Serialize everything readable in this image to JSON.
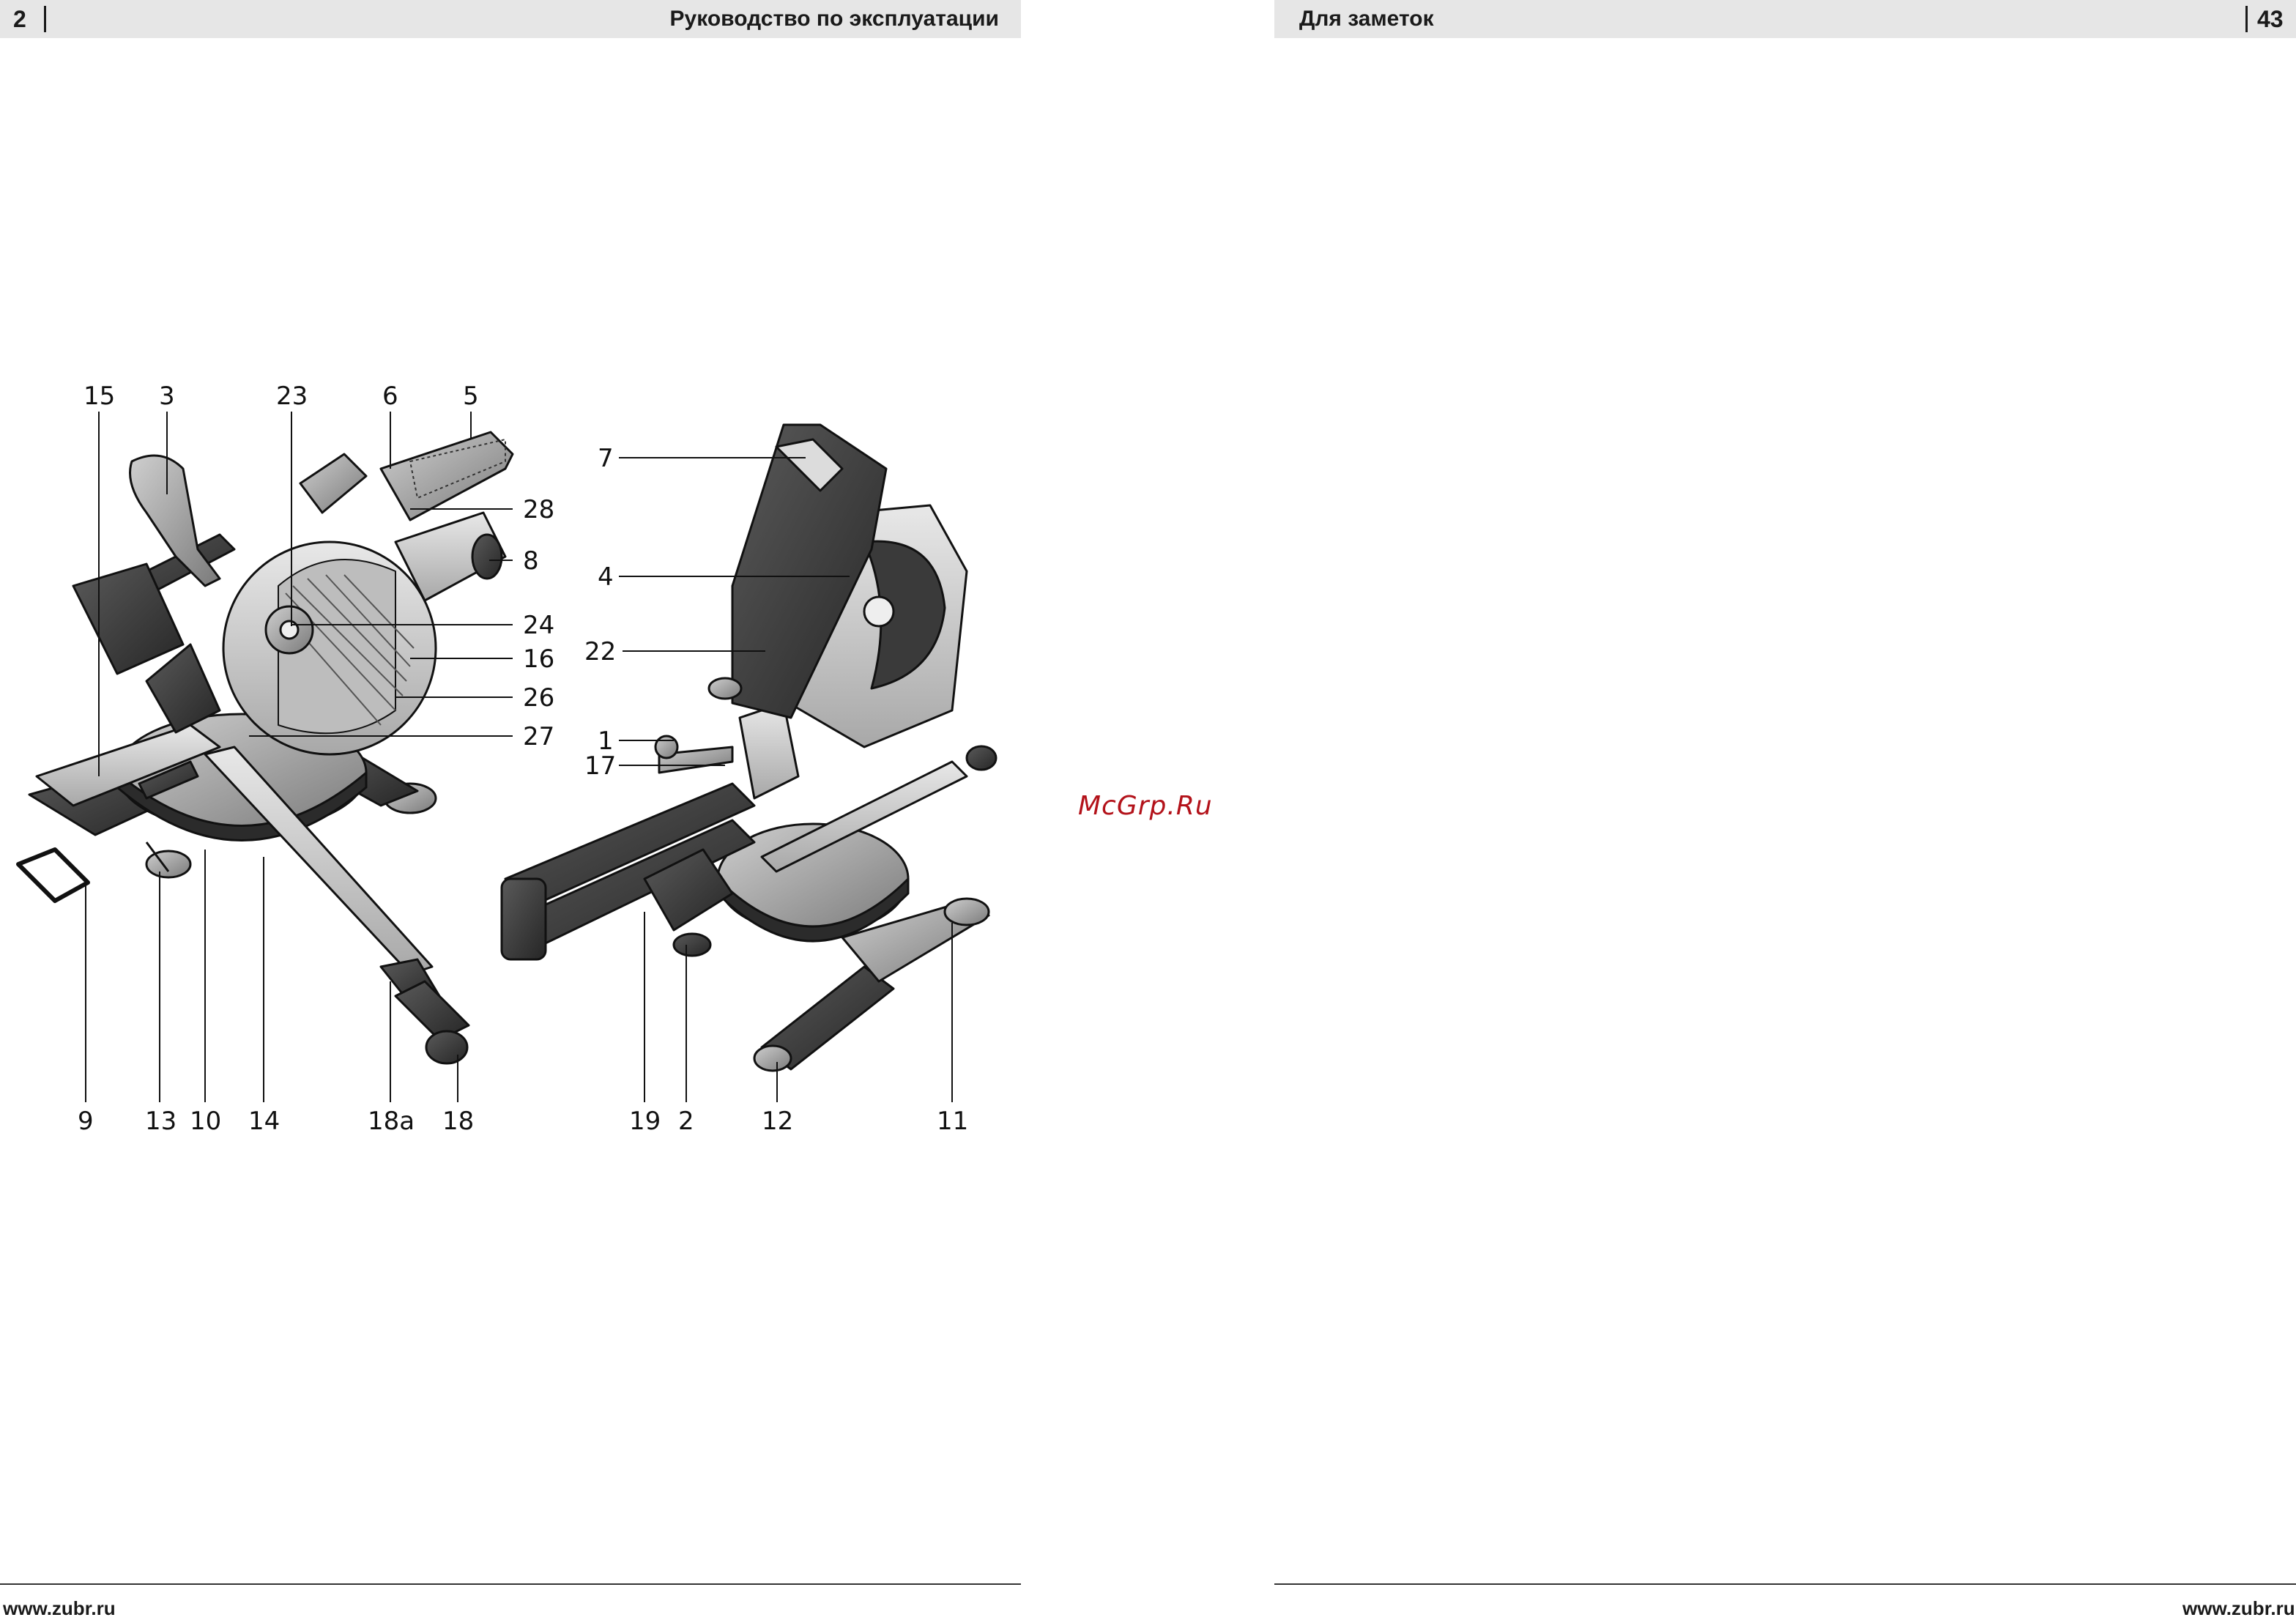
{
  "left_page": {
    "page_number": "2",
    "header_title": "Руководство по эксплуатации",
    "footer_url": "www.zubr.ru"
  },
  "right_page": {
    "page_number": "43",
    "header_title": "Для заметок",
    "footer_url": "www.zubr.ru"
  },
  "watermark": "McGrp.Ru",
  "figure": {
    "left_view_labels": {
      "l15": "15",
      "l3": "3",
      "l23": "23",
      "l6": "6",
      "l5": "5",
      "l28": "28",
      "l8": "8",
      "l24": "24",
      "l16": "16",
      "l26": "26",
      "l27": "27",
      "l9": "9",
      "l13": "13",
      "l10": "10",
      "l14": "14",
      "l18a": "18a",
      "l18": "18"
    },
    "right_view_labels": {
      "l7": "7",
      "l4": "4",
      "l22": "22",
      "l1": "1",
      "l17": "17",
      "l19": "19",
      "l2": "2",
      "l12": "12",
      "l11": "11"
    }
  }
}
